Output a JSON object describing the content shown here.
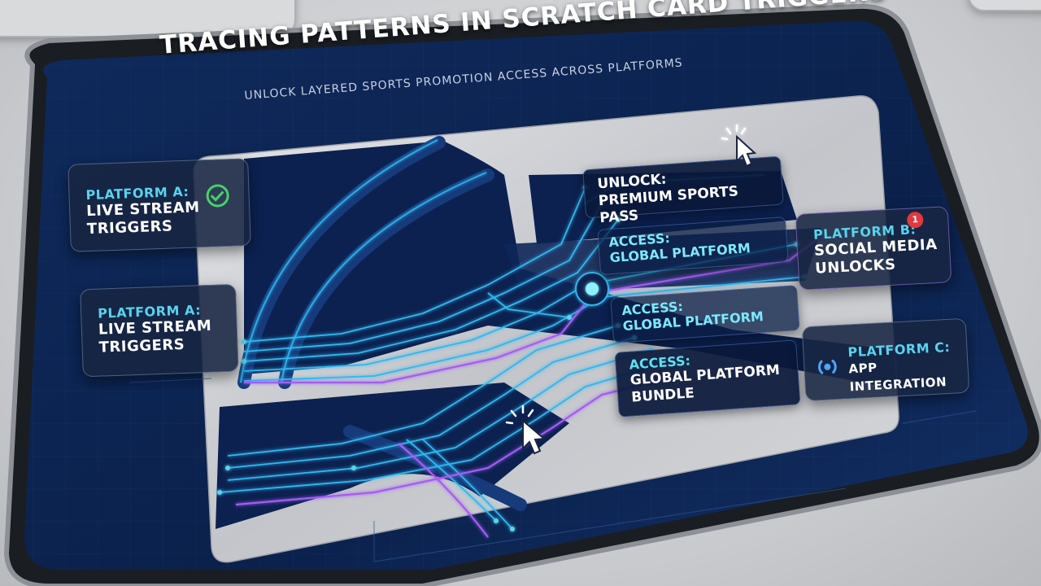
{
  "header": {
    "title": "TRACING PATTERNS IN SCRATCH CARD TRIGGERS",
    "subtitle": "UNLOCK LAYERED SPORTS PROMOTION ACCESS ACROSS PLATFORMS"
  },
  "left_cards": [
    {
      "kicker": "PLATFORM A:",
      "line1": "LIVE STREAM",
      "line2": "TRIGGERS"
    },
    {
      "kicker": "PLATFORM A:",
      "line1": "LIVE STREAM",
      "line2": "TRIGGERS"
    }
  ],
  "right_cards": [
    {
      "kicker": "PLATFORM B:",
      "line1": "SOCIAL MEDIA",
      "line2": "UNLOCKS",
      "badge": "1"
    },
    {
      "kicker": "PLATFORM C:",
      "line1": "APP INTEGRATION"
    }
  ],
  "unlock_labels": [
    {
      "kicker": "UNLOCK:",
      "line1": "PREMIUM SPORTS PASS"
    },
    {
      "kicker": "ACCESS:",
      "line1": "GLOBAL PLATFORM"
    },
    {
      "kicker": "ACCESS:",
      "line1": "GLOBAL PLATFORM"
    },
    {
      "kicker": "ACCESS:",
      "line1": "GLOBAL PLATFORM",
      "line2": "BUNDLE"
    }
  ],
  "icons": {
    "status_ok": "check-circle-icon",
    "notification": "notification-badge-icon",
    "broadcast": "broadcast-icon",
    "cursor": "pointer-cursor-icon"
  },
  "colors": {
    "screen_bg": "#0e2653",
    "circuit_cyan": "#2fb8f0",
    "circuit_violet": "#a45cf5",
    "scratch_silver": "#c9cbcf",
    "accent_text": "#58d3ee",
    "badge_red": "#e0383e",
    "check_green": "#44d26a"
  }
}
